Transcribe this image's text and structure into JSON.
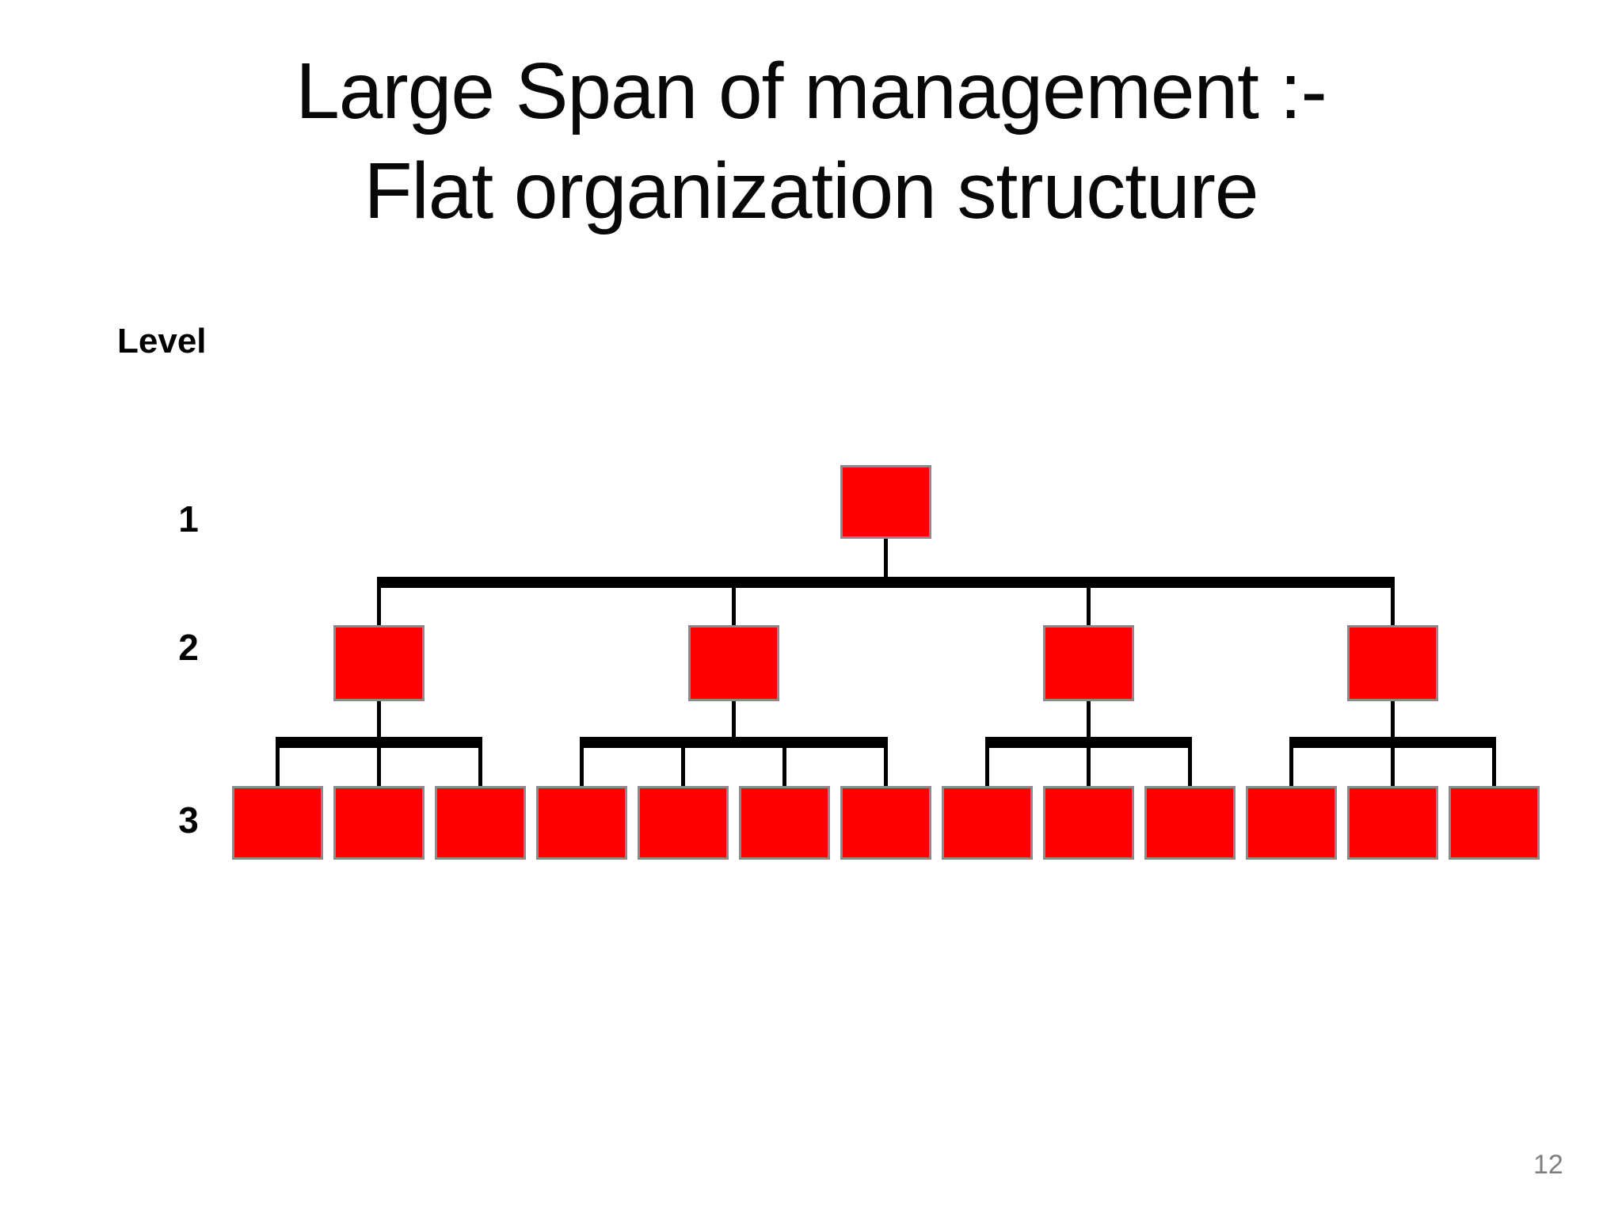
{
  "slide": {
    "title_line1": "Large Span of management :-",
    "title_line2": "Flat organization structure",
    "level_label": "Level",
    "level_numbers": [
      "1",
      "2",
      "3"
    ],
    "page_number": "12"
  },
  "diagram": {
    "type": "org-chart",
    "description": "Flat organization structure showing a large span of management across three levels",
    "levels": [
      {
        "level": "1",
        "nodes": 1
      },
      {
        "level": "2",
        "nodes": 4
      },
      {
        "level": "3",
        "nodes": 13
      }
    ],
    "level2_children_counts": [
      3,
      4,
      3,
      3
    ],
    "colors": {
      "node_fill": "#ff0000",
      "node_border": "#8a8a8a",
      "connector": "#000000"
    }
  }
}
